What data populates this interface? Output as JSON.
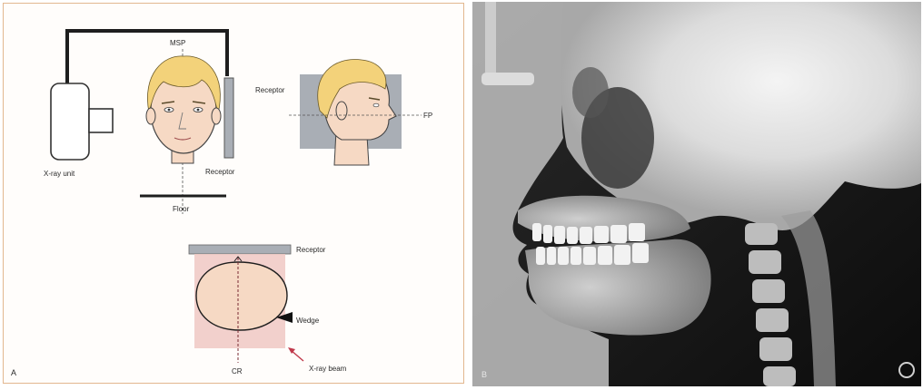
{
  "panel_a": {
    "letter": "A",
    "labels": {
      "msp": "MSP",
      "xray_unit": "X-ray unit",
      "receptor_front": "Receptor",
      "floor": "Floor",
      "receptor_profile": "Receptor",
      "fp": "FP",
      "receptor_top": "Receptor",
      "wedge": "Wedge",
      "cr": "CR",
      "xray_beam": "X-ray beam"
    }
  },
  "panel_b": {
    "letter": "B"
  },
  "colors": {
    "frame": "#e2b78f",
    "hair": "#f3d27a",
    "skin": "#f6d9c4",
    "beam_pink": "#f0c8c3",
    "receptor_gray": "#a9aeb5",
    "arrow_red": "#c0394b"
  }
}
